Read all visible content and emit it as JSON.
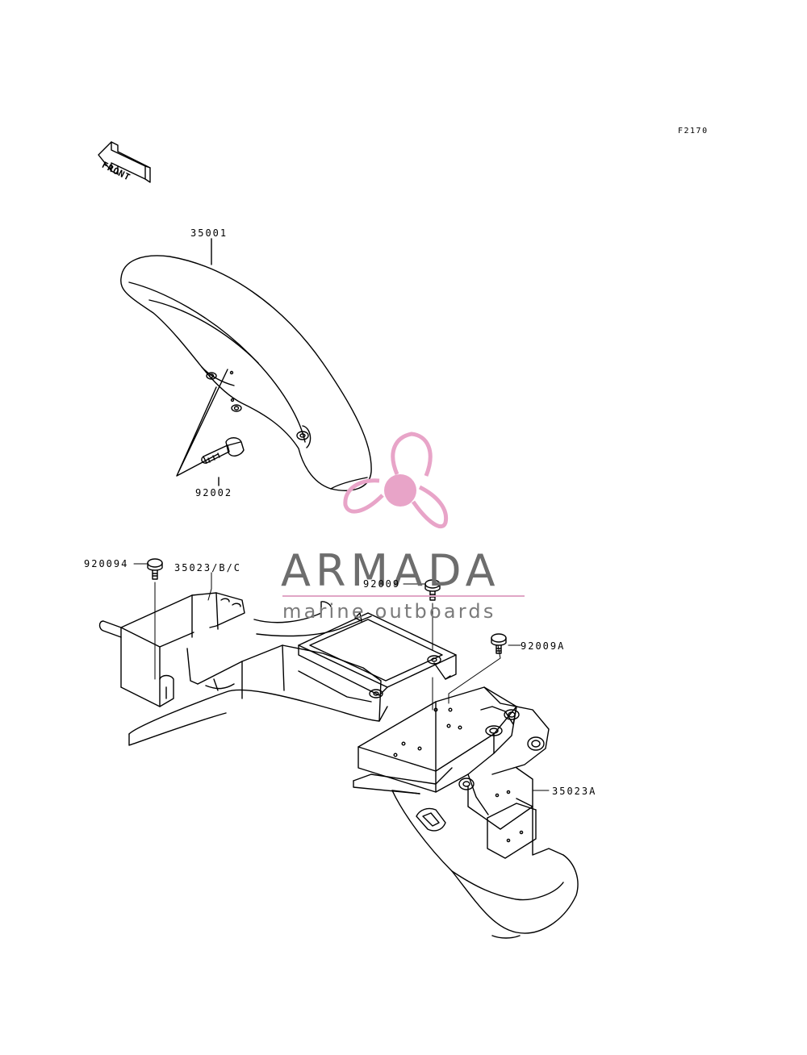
{
  "diagram": {
    "ref_code": "F2170",
    "orientation_label": "FRONT",
    "parts": [
      {
        "id": "p1",
        "label": "35001"
      },
      {
        "id": "p2",
        "label": "92002"
      },
      {
        "id": "p3",
        "label": "920094"
      },
      {
        "id": "p4",
        "label": "35023/B/C"
      },
      {
        "id": "p5",
        "label": "92009"
      },
      {
        "id": "p6",
        "label": "92009A"
      },
      {
        "id": "p7",
        "label": "35023A"
      }
    ]
  },
  "watermark": {
    "brand": "ARMADA",
    "tagline": "marine outboards",
    "colors": {
      "accent": "#e8a4c8",
      "text": "#6d6d6d"
    }
  }
}
